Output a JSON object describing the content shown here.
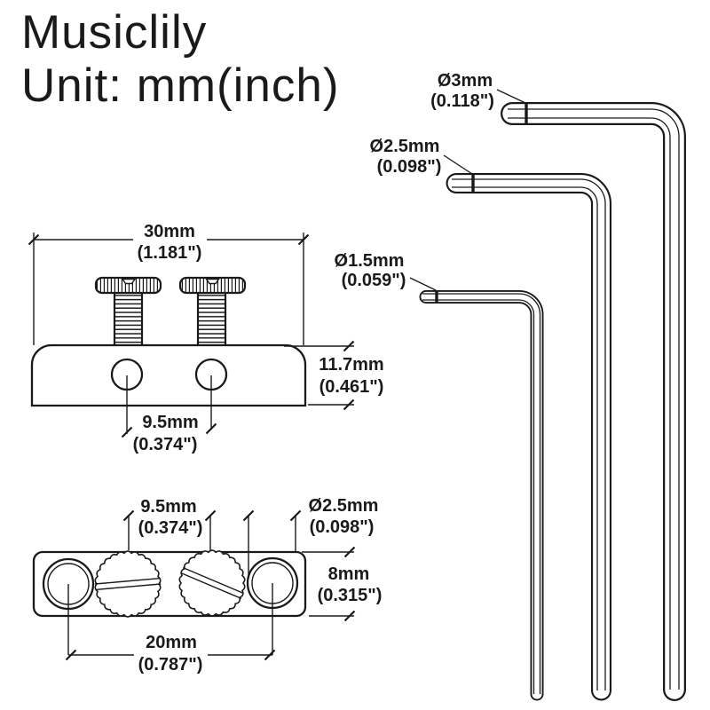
{
  "title": {
    "brand": "Musiclily",
    "unit": "Unit: mm(inch)"
  },
  "hex_wrenches": {
    "large": {
      "label_mm": "Ø3mm",
      "label_inch": "(0.118\")"
    },
    "medium": {
      "label_mm": "Ø2.5mm",
      "label_inch": "(0.098\")"
    },
    "small": {
      "label_mm": "Ø1.5mm",
      "label_inch": "(0.059\")"
    }
  },
  "front_view": {
    "width": {
      "mm": "30mm",
      "inch": "(1.181\")"
    },
    "height": {
      "mm": "11.7mm",
      "inch": "(0.461\")"
    },
    "screw_spacing": {
      "mm": "9.5mm",
      "inch": "(0.374\")"
    }
  },
  "top_view": {
    "screw_spacing": {
      "mm": "9.5mm",
      "inch": "(0.374\")"
    },
    "hole_diameter": {
      "mm": "Ø2.5mm",
      "inch": "(0.098\")"
    },
    "depth": {
      "mm": "8mm",
      "inch": "(0.315\")"
    },
    "hole_spacing": {
      "mm": "20mm",
      "inch": "(0.787\")"
    }
  },
  "colors": {
    "line": "#1a1a1a",
    "background": "#ffffff"
  }
}
